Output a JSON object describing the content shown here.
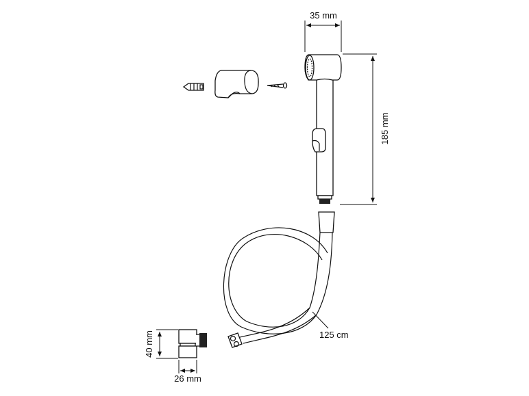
{
  "dimensions": {
    "handset_width": "35 mm",
    "handset_height": "185 mm",
    "hose_length": "125 cm",
    "valve_height": "40 mm",
    "valve_width": "26 mm"
  },
  "colors": {
    "line": "#111111",
    "background": "#ffffff"
  }
}
